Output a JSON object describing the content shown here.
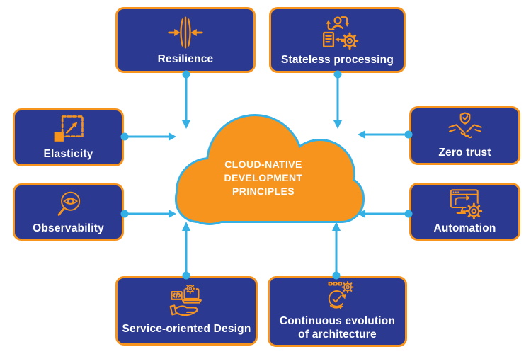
{
  "cloud": {
    "title_lines": [
      "CLOUD-NATIVE",
      "DEVELOPMENT",
      "PRINCIPLES"
    ],
    "shape": "cloud",
    "fill_color": "#F7941D",
    "outline_color": "#35B0E5"
  },
  "principles": [
    {
      "id": "resilience",
      "label": "Resilience",
      "icon": "compress-arrows-icon"
    },
    {
      "id": "stateless-processing",
      "label": "Stateless processing",
      "icon": "user-process-gear-icon"
    },
    {
      "id": "elasticity",
      "label": "Elasticity",
      "icon": "expand-square-icon"
    },
    {
      "id": "zero-trust",
      "label": "Zero trust",
      "icon": "shield-handshake-icon"
    },
    {
      "id": "observability",
      "label": "Observability",
      "icon": "magnifier-eye-icon"
    },
    {
      "id": "automation",
      "label": "Automation",
      "icon": "monitor-gear-icon"
    },
    {
      "id": "service-oriented-design",
      "label": "Service-oriented Design",
      "icon": "hand-laptop-gear-icon"
    },
    {
      "id": "continuous-evolution",
      "label": "Continuous evolution of architecture",
      "icon": "loop-check-gear-icon"
    }
  ],
  "colors": {
    "node_fill": "#2B3990",
    "accent_orange": "#F7941D",
    "connector_cyan": "#35B0E5",
    "label_text": "#FFFFFF"
  }
}
